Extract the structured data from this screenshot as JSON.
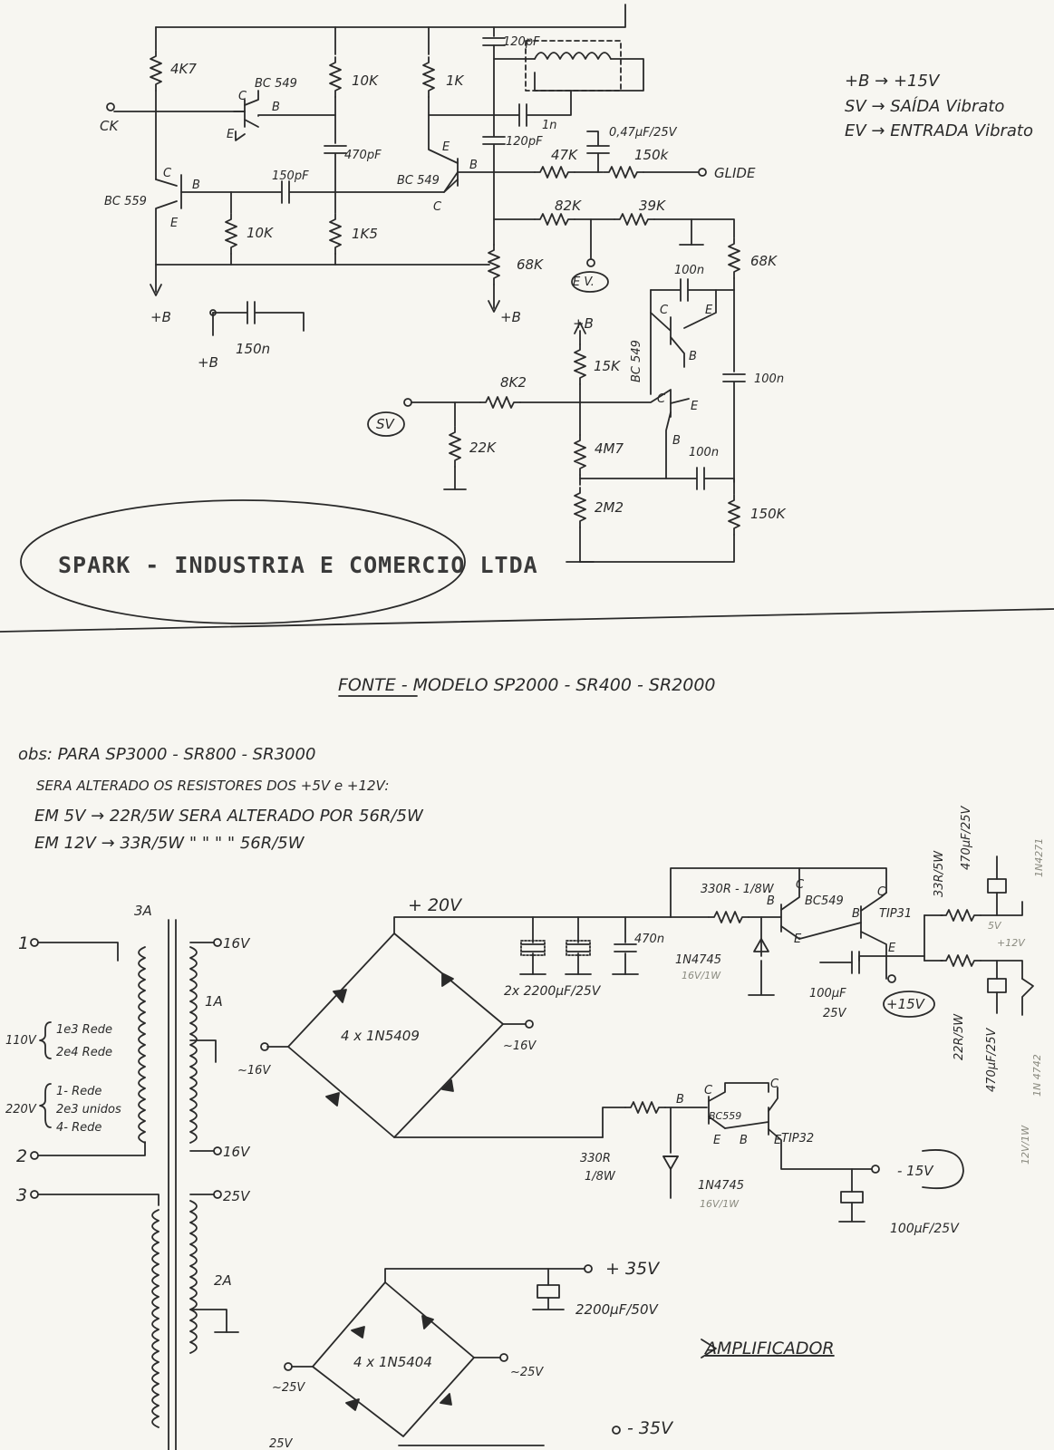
{
  "top_circuit": {
    "resistors": {
      "r_4k7": "4K7",
      "r_10k_a": "10K",
      "r_1k": "1K",
      "r_10k_b": "10K",
      "r_1k5": "1K5",
      "r_68k_a": "68K",
      "r_47k": "47K",
      "r_150k_a": "150k",
      "r_82k": "82K",
      "r_39k": "39K",
      "r_68k_b": "68K",
      "r_15k": "15K",
      "r_8k2": "8K2",
      "r_22k": "22K",
      "r_4m7": "4M7",
      "r_2m2": "2M2",
      "r_150k_b": "150K"
    },
    "capacitors": {
      "c_120pf_a": "120pF",
      "c_1n": "1n",
      "c_120pf_b": "120pF",
      "c_047": "0,47µF/25V",
      "c_470pf": "470pF",
      "c_150pf": "150pF",
      "c_150n": "150n",
      "c_100n_a": "100n",
      "c_100n_b": "100n",
      "c_100n_c": "100n"
    },
    "transistors": {
      "q1": "BC 549",
      "q2": "BC 559",
      "q3": "BC 549",
      "q4": "BC 549"
    },
    "pins": {
      "c": "C",
      "b": "B",
      "e": "E"
    },
    "nodes": {
      "ck": "CK",
      "plus_b": "+B",
      "glide": "GLIDE",
      "ev": "E V.",
      "sv": "SV",
      "plus_b_top": "+B"
    },
    "legend": [
      "+B → +15V",
      "SV → SAÍDA Vibrato",
      "EV → ENTRADA Vibrato"
    ],
    "stamp": "SPARK - INDUSTRIA E COMERCIO LTDA"
  },
  "psu": {
    "title": "FONTE - MODELO SP2000 - SR400 - SR2000",
    "notes": [
      "obs: PARA SP3000 - SR800 - SR3000",
      "SERA ALTERADO OS RESISTORES DOS +5V e +12V:",
      "EM 5V → 22R/5W SERA ALTERADO POR 56R/5W",
      "EM 12V → 33R/5W \"   \"   \"   \" 56R/5W"
    ],
    "transformer": {
      "fuse": "3A",
      "pin1": "1",
      "pin2": "2",
      "pin3": "3",
      "tap_16v_top": "16V",
      "tap_16v_bot": "16V",
      "tap_25v": "25V",
      "sec1_current": "1A",
      "sec2_current": "2A",
      "ac_16v_left": "~16V",
      "ac_16v_right": "~16V",
      "ac_25v_left": "~25V",
      "ac_25v_right": "~25V",
      "mains_110": "110V",
      "mains_110_a": "1e3 Rede",
      "mains_110_b": "2e4 Rede",
      "mains_220": "220V",
      "mains_220_a": "1- Rede",
      "mains_220_b": "2e3 unidos",
      "mains_220_c": "4- Rede"
    },
    "bridge_1": "4 x 1N5409",
    "bridge_2": "4 x 1N5404",
    "rails": {
      "plus20": "+ 20V",
      "plus35": "+ 35V",
      "minus35": "- 35V",
      "plus15": "+15V",
      "minus15": "- 15V",
      "plus12": "+12V",
      "plus5": "5V"
    },
    "parts": {
      "filter_caps": "2x 2200µF/25V",
      "c_470n": "470n",
      "r_330r_top": "330R - 1/8W",
      "z_top": "1N4745",
      "z_top_note": "16V/1W",
      "q_bc549": "BC549",
      "q_tip31": "TIP31",
      "c_100uf_top": "100µF",
      "c_100uf_top_v": "25V",
      "r_33r": "33R/5W",
      "c_470uf_a": "470µF/25V",
      "d_top_right": "1N4271",
      "r_22r": "22R/5W",
      "c_470uf_b": "470µF/25V",
      "d_bot_right": "1N 4742",
      "rating_right": "12V/1W",
      "r_330r_bot": "330R",
      "r_330r_bot_w": "1/8W",
      "q_bc559": "BC559",
      "q_tip32": "TIP32",
      "z_bot": "1N4745",
      "z_bot_note": "16V/1W",
      "c_100uf_bot": "100µF/25V",
      "c_2200uf_50": "2200µF/50V",
      "amp": "AMPLIFICADOR",
      "bottom_partial": "25V"
    }
  }
}
